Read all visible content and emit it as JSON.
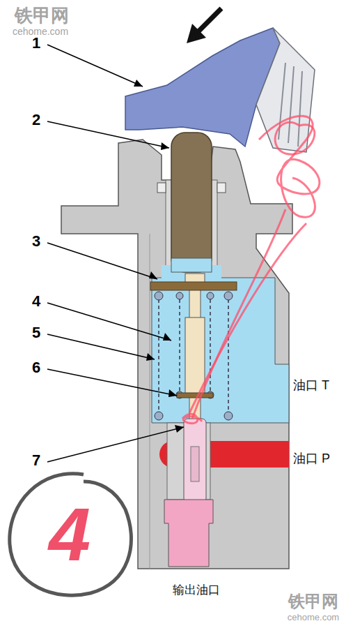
{
  "diagram": {
    "labels": [
      "铁甲网",
      "cehome.com",
      "1",
      "2",
      "3",
      "4",
      "5",
      "6",
      "7",
      "油口 T",
      "油口 P",
      "4",
      "输出油口",
      "铁甲网",
      "cehome.com"
    ]
  }
}
